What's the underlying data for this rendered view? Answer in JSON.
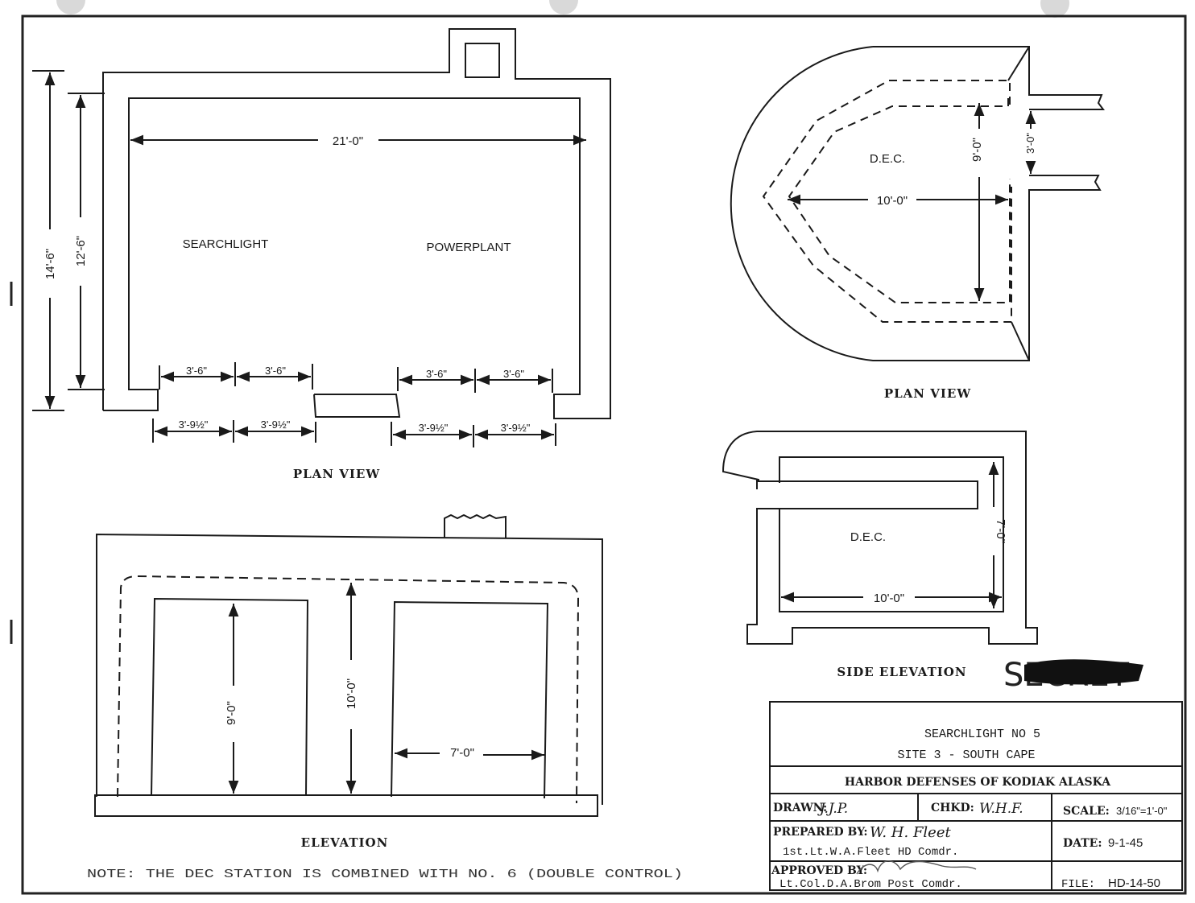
{
  "plan1": {
    "dim_width": "21'-0\"",
    "dim_outer": "14'-6\"",
    "dim_inner": "12'-6\"",
    "room_left": "SEARCHLIGHT",
    "room_right": "POWERPLANT",
    "dim_a1": "3'-6\"",
    "dim_a2": "3'-6\"",
    "dim_a3": "3'-6\"",
    "dim_a4": "3'-6\"",
    "dim_b1": "3'-9½\"",
    "dim_b2": "3'-9½\"",
    "dim_b3": "3'-9½\"",
    "dim_b4": "3'-9½\"",
    "title": "PLAN VIEW"
  },
  "elevation": {
    "dim_door_height": "9'-0\"",
    "dim_height": "10'-0\"",
    "dim_door_width": "7'-0\"",
    "title": "ELEVATION"
  },
  "plan2": {
    "label": "D.E.C.",
    "dim_depth": "9'-0\"",
    "dim_width": "10'-0\"",
    "dim_opening": "3'-0\"",
    "title": "PLAN VIEW"
  },
  "side": {
    "label": "D.E.C.",
    "dim_height": "7'-0\"",
    "dim_width": "10'-0\"",
    "title": "SIDE ELEVATION",
    "stamp": "SECRET"
  },
  "title_block": {
    "line1": "SEARCHLIGHT NO 5",
    "line2": "SITE 3 - SOUTH CAPE",
    "org": "HARBOR DEFENSES OF KODIAK ALASKA",
    "drawn_label": "DRAWN:",
    "drawn_value": "J.J.P.",
    "chkd_label": "CHKD:",
    "chkd_value": "W.H.F.",
    "scale_label": "SCALE:",
    "scale_value": "3/16\"=1'-0\"",
    "prepared_label": "PREPARED BY:",
    "prepared_sig": "W. H. Fleet",
    "prepared_name": "1st.Lt.W.A.Fleet  HD Comdr.",
    "date_label": "DATE:",
    "date_value": "9-1-45",
    "approved_label": "APPROVED BY:",
    "approved_name": "Lt.Col.D.A.Brom  Post Comdr.",
    "file_label": "FILE:",
    "file_value": "HD-14-50"
  },
  "note": "NOTE: THE DEC STATION IS COMBINED WITH NO. 6 (DOUBLE CONTROL)"
}
